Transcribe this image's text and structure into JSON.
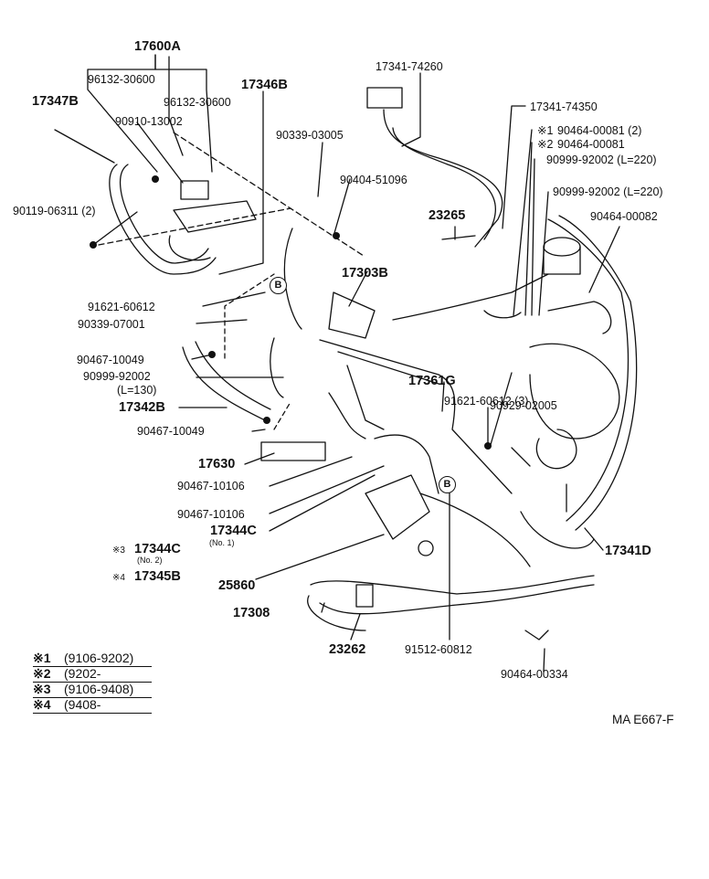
{
  "diagram": {
    "reference": "MA E667-F",
    "circle_mark": "B",
    "labels": {
      "l17600A": "17600A",
      "l96132_a": "96132-30600",
      "l96132_b": "96132-30600",
      "l17347B": "17347B",
      "l17346B": "17346B",
      "l90910": "90910-13002",
      "l90119": "90119-06311 (2)",
      "l17341_74260": "17341-74260",
      "l17341_74350": "17341-74350",
      "l90339_03005": "90339-03005",
      "l90404": "90404-51096",
      "l23265": "23265",
      "l90464_81a": "90464-00081 (2)",
      "l90464_81b": "90464-00081",
      "l90999_220a": "90999-92002 (L=220)",
      "l90999_220b": "90999-92002 (L=220)",
      "l90464_82": "90464-00082",
      "l91621_a": "91621-60612",
      "l17303B": "17303B",
      "l90339_07001": "90339-07001",
      "l90467_a": "90467-10049",
      "l90999_130": "90999-92002",
      "l90999_130_sub": "(L=130)",
      "l17342B": "17342B",
      "l90467_b": "90467-10049",
      "l17361G": "17361G",
      "l91621_b": "91621-60612 (3)",
      "l90929": "90929-02005",
      "l17630": "17630",
      "l90467_c": "90467-10106",
      "l90467_d": "90467-10106",
      "l17344C_1": "17344C",
      "l17344C_1_sub": "(No. 1)",
      "l17344C_2": "17344C",
      "l17344C_2_sub": "(No. 2)",
      "l17345B": "17345B",
      "l25860": "25860",
      "l17308": "17308",
      "l23262": "23262",
      "l91512": "91512-60812",
      "l17341D": "17341D",
      "l90464_334": "90464-00334",
      "mark1": "※1",
      "mark2": "※2",
      "mark3": "※3",
      "mark4": "※4"
    },
    "legend": [
      {
        "mark": "※1",
        "range": "(9106-9202)"
      },
      {
        "mark": "※2",
        "range": "(9202-"
      },
      {
        "mark": "※3",
        "range": "(9106-9408)"
      },
      {
        "mark": "※4",
        "range": "(9408-"
      }
    ]
  }
}
